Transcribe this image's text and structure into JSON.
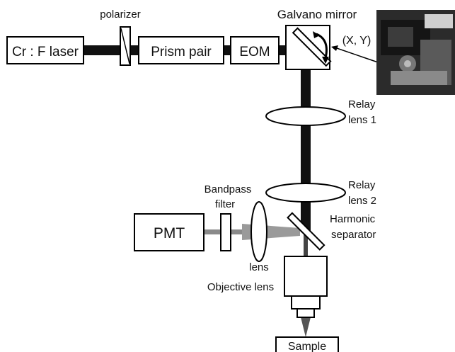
{
  "components": {
    "laser": "Cr : F laser",
    "polarizer": "polarizer",
    "prism_pair": "Prism pair",
    "eom": "EOM",
    "galvano_mirror": "Galvano mirror",
    "scan_axes": "(X, Y)",
    "relay_lens_1": [
      "Relay",
      "lens 1"
    ],
    "relay_lens_2": [
      "Relay",
      "lens 2"
    ],
    "bandpass_filter": [
      "Bandpass",
      "filter"
    ],
    "harmonic_separator": [
      "Harmonic",
      "separator"
    ],
    "pmt": "PMT",
    "lens": "lens",
    "objective_lens": "Objective lens",
    "sample": "Sample"
  },
  "colors": {
    "laser_beam": "#111111",
    "signal_beam": "#8a8a8a",
    "photo_bg": "#2b2b2b"
  }
}
